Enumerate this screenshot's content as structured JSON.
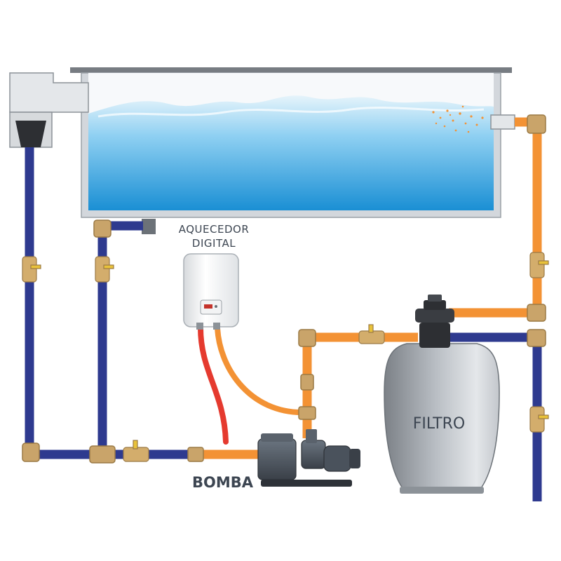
{
  "labels": {
    "heater_line1": "AQUECEDOR",
    "heater_line2": "DIGITAL",
    "pump": "BOMBA",
    "filter": "FILTRO"
  },
  "colors": {
    "blue_pipe": "#2e3a8f",
    "orange_pipe": "#f39234",
    "red_hose": "#e53a2f",
    "fitting": "#c9a46a",
    "water_top": "#e6f4fb",
    "water_bottom": "#1a8fd4",
    "pool_wall": "#d3d7dc",
    "filter_body": "#a9aeb4",
    "pump_body": "#4e5660",
    "label_text": "#3d4652"
  },
  "icons": [
    "skimmer",
    "return-nozzle",
    "heater",
    "pump",
    "sand-filter",
    "ball-valve",
    "elbow-fitting",
    "tee-fitting"
  ]
}
